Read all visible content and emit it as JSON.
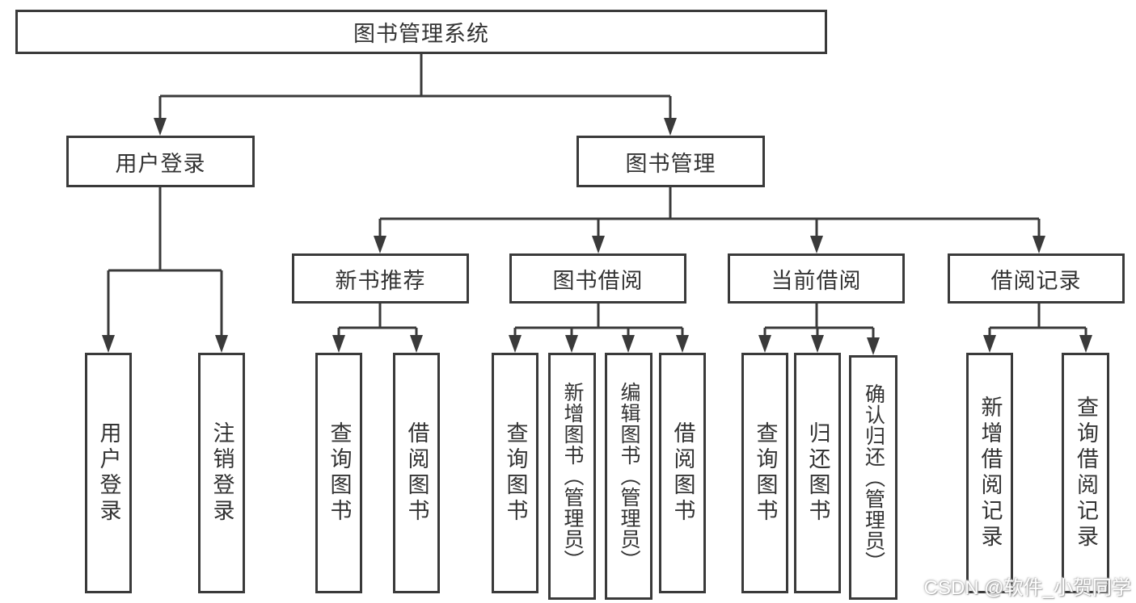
{
  "diagram": {
    "root": {
      "label": "图书管理系统"
    },
    "branches": [
      {
        "label": "用户登录",
        "children": [
          {
            "label": "用户登录"
          },
          {
            "label": "注销登录"
          }
        ]
      },
      {
        "label": "图书管理",
        "children": [
          {
            "label": "新书推荐",
            "children": [
              {
                "label": "查询图书"
              },
              {
                "label": "借阅图书"
              }
            ]
          },
          {
            "label": "图书借阅",
            "children": [
              {
                "label": "查询图书"
              },
              {
                "label": "新增图书（管理员）"
              },
              {
                "label": "编辑图书（管理员）"
              },
              {
                "label": "借阅图书"
              }
            ]
          },
          {
            "label": "当前借阅",
            "children": [
              {
                "label": "查询图书"
              },
              {
                "label": "归还图书"
              },
              {
                "label": "确认归还（管理员）"
              }
            ]
          },
          {
            "label": "借阅记录",
            "children": [
              {
                "label": "新增借阅记录"
              },
              {
                "label": "查询借阅记录"
              }
            ]
          }
        ]
      }
    ]
  },
  "watermark": {
    "text": "CSDN @软件_小贺同学"
  },
  "colors": {
    "line": "#3a3a3a",
    "text": "#333333",
    "background": "#ffffff",
    "watermark_halo": "#999999"
  }
}
